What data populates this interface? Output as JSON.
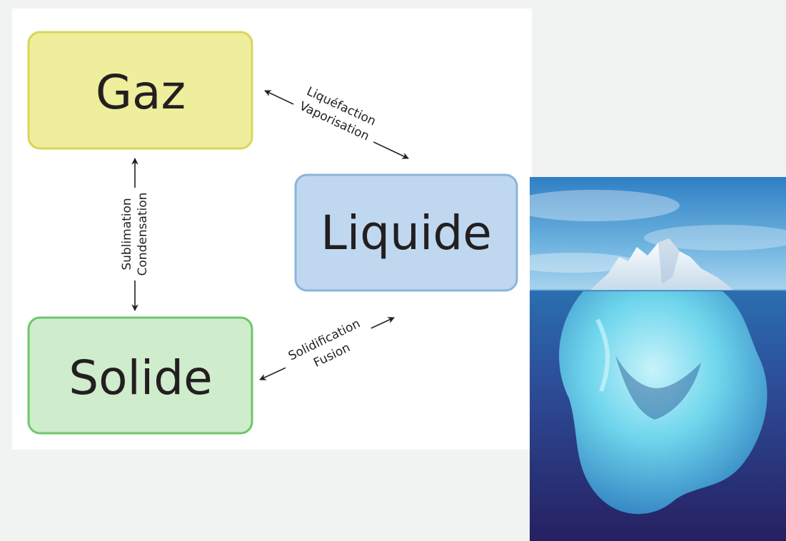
{
  "diagram": {
    "states": {
      "gas": {
        "label": "Gaz",
        "fill": "#eeee9c",
        "stroke": "#d7d65a"
      },
      "liquid": {
        "label": "Liquide",
        "fill": "#bfd8ef",
        "stroke": "#8ab4dc"
      },
      "solid": {
        "label": "Solide",
        "fill": "#cfeccc",
        "stroke": "#6fc66b"
      }
    },
    "transitions": {
      "gas_liquid": {
        "label_1": "Liquéfaction",
        "label_2": "Vaporisation"
      },
      "gas_solid": {
        "label_1": "Sublimation",
        "label_2": "Condensation"
      },
      "liquid_solid": {
        "label_1": "Solidification",
        "label_2": "Fusion"
      }
    }
  },
  "photo": {
    "subject": "iceberg",
    "colors": {
      "sky": "#4f9fd4",
      "water_deep": "#2a2470",
      "ice": "#7fdcef"
    }
  }
}
